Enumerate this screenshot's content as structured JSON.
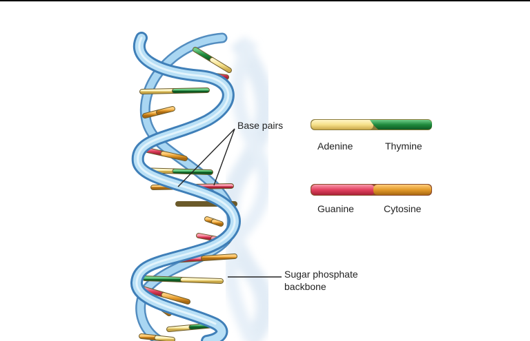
{
  "labels": {
    "base_pairs": "Base pairs",
    "adenine": "Adenine",
    "thymine": "Thymine",
    "guanine": "Guanine",
    "cytosine": "Cytosine",
    "sugar_line1": "Sugar phosphate",
    "sugar_line2": "backbone"
  },
  "colors": {
    "adenine": "#f6e08a",
    "thymine": "#1f8a3c",
    "guanine": "#e2415f",
    "cytosine": "#e39a2a",
    "backbone": "#8ec6ea",
    "backbone_edge": "#3f7fb8",
    "shadow": "#d6e4f2"
  }
}
